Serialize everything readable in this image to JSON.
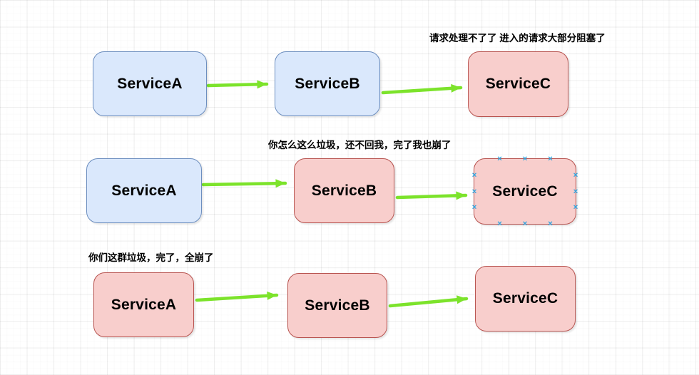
{
  "diagram": {
    "title_note": "",
    "rows": [
      {
        "annotation": "请求处理不了了 进入的请求大部分阻塞了",
        "nodes": [
          {
            "label": "ServiceA",
            "state": "healthy"
          },
          {
            "label": "ServiceB",
            "state": "healthy"
          },
          {
            "label": "ServiceC",
            "state": "failed"
          }
        ]
      },
      {
        "annotation": "你怎么这么垃圾，还不回我，完了我也崩了",
        "nodes": [
          {
            "label": "ServiceA",
            "state": "healthy"
          },
          {
            "label": "ServiceB",
            "state": "failed"
          },
          {
            "label": "ServiceC",
            "state": "failed",
            "selected": true
          }
        ]
      },
      {
        "annotation": "你们这群垃圾，完了，全崩了",
        "nodes": [
          {
            "label": "ServiceA",
            "state": "failed"
          },
          {
            "label": "ServiceB",
            "state": "failed"
          },
          {
            "label": "ServiceC",
            "state": "failed"
          }
        ]
      }
    ],
    "colors": {
      "healthy_fill": "#dae8fc",
      "healthy_border": "#6c8ebf",
      "failed_fill": "#f8cecc",
      "failed_border": "#b85450",
      "arrow_green": "#7ce32b",
      "connection_point_blue": "#2ea3e0",
      "grid_line": "#ececec",
      "background": "#ffffff"
    },
    "icons": {
      "connection_point": "✕"
    }
  }
}
